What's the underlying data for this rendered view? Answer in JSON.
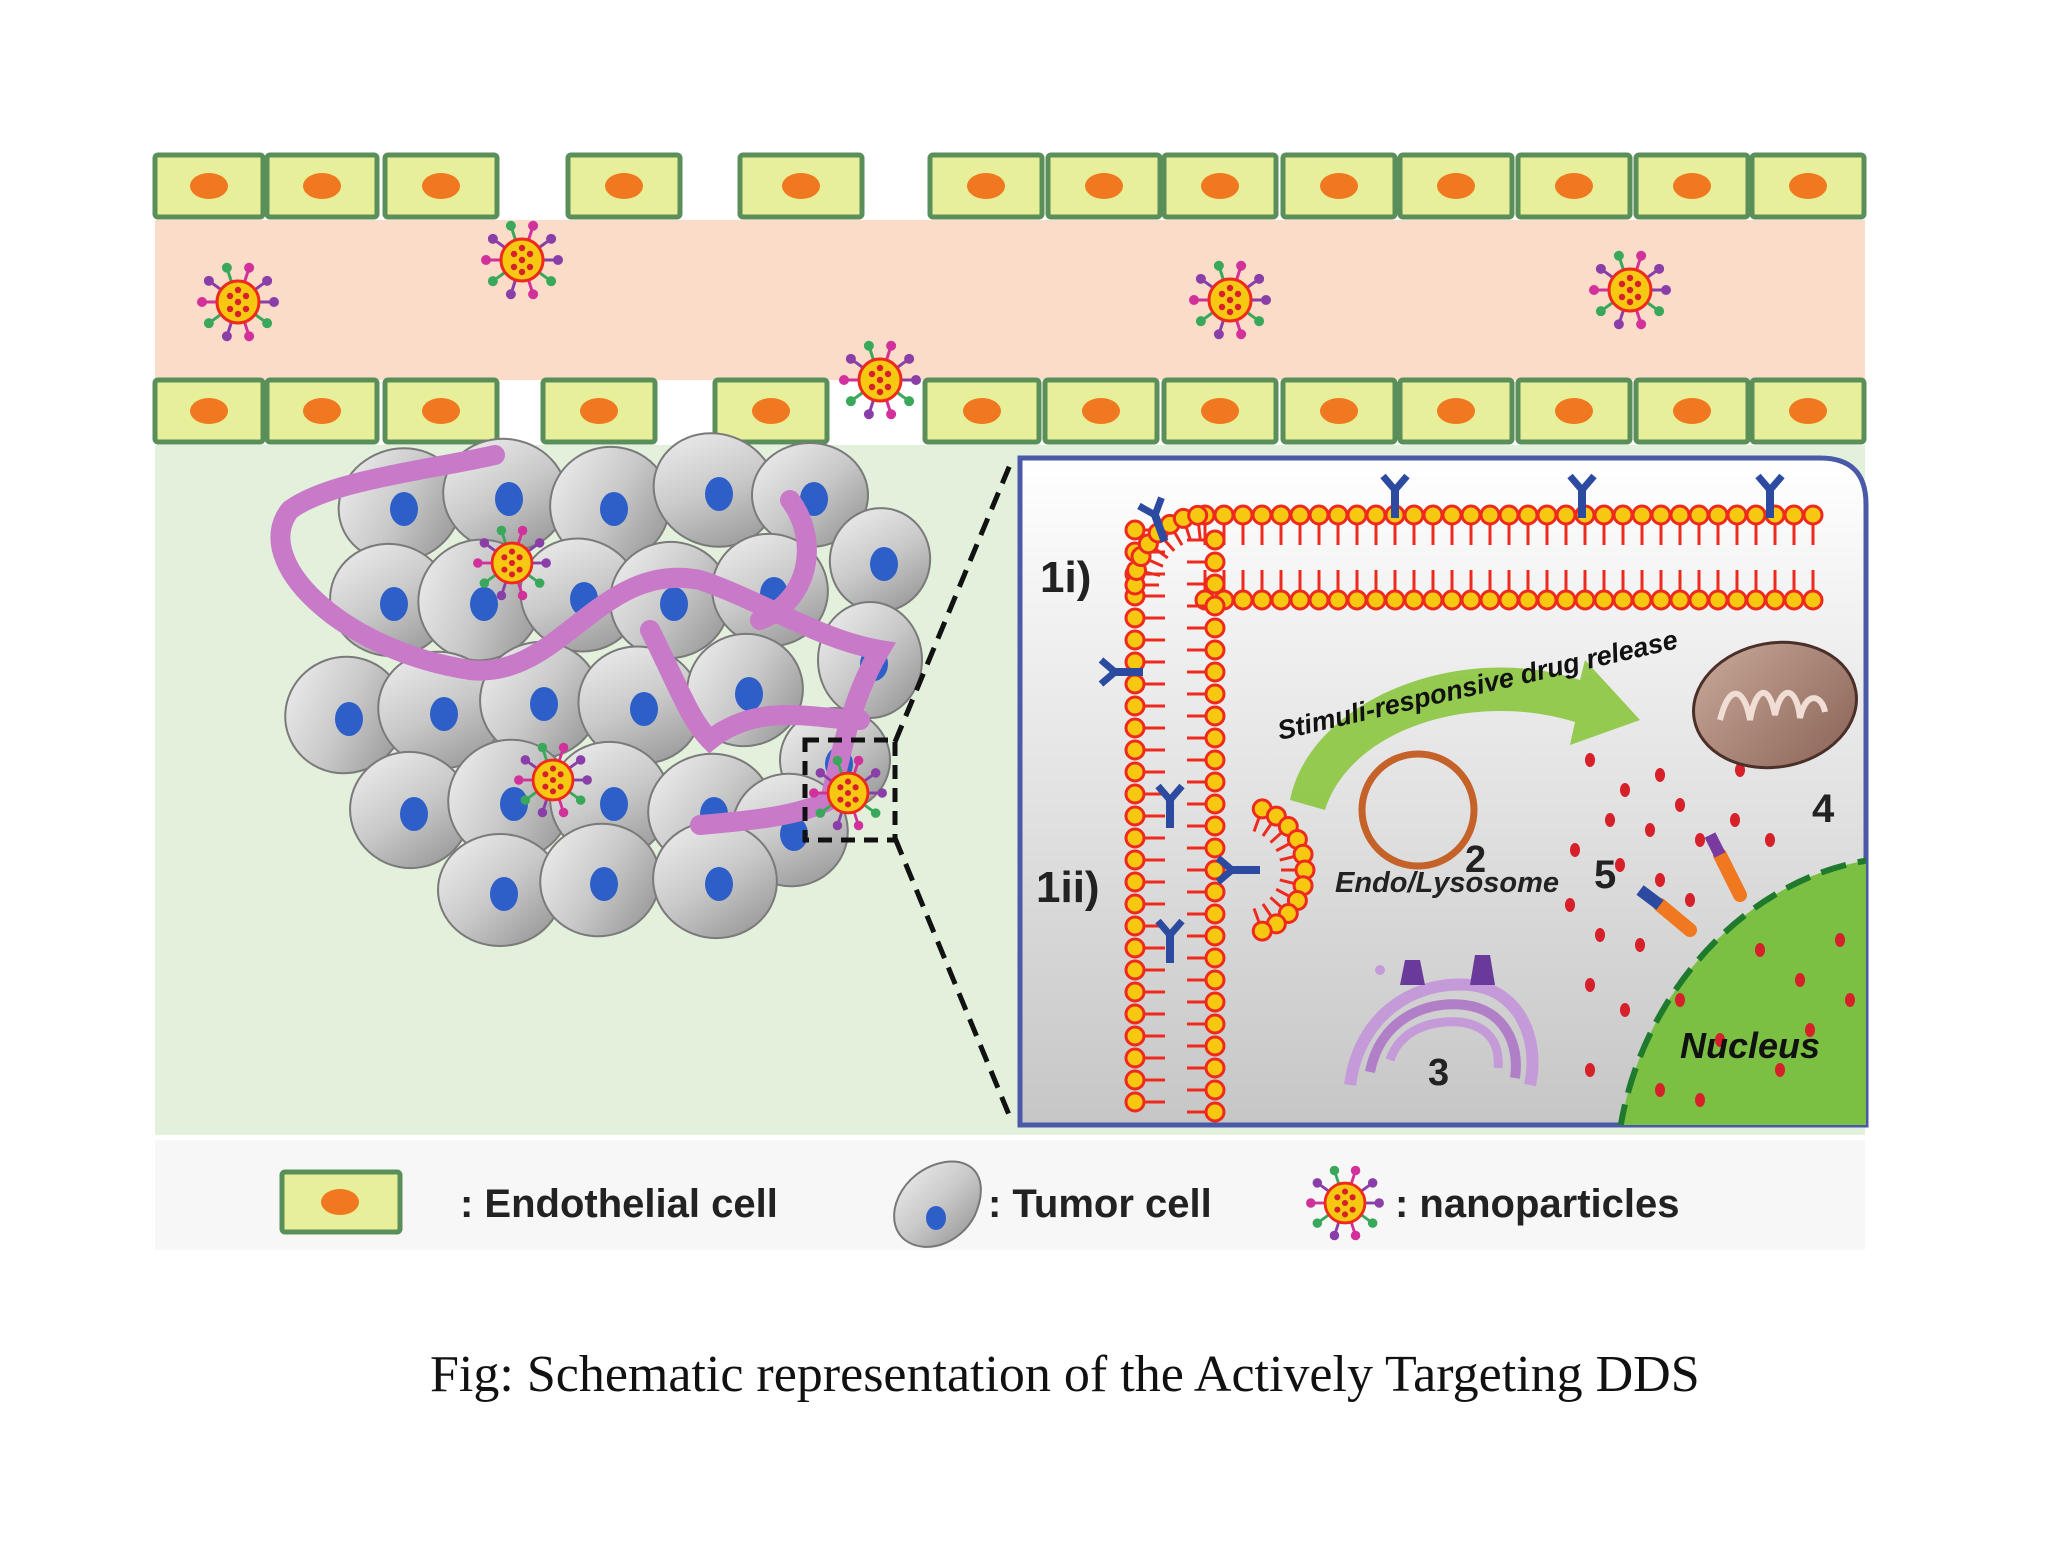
{
  "labels": {
    "step_1i": "1i)",
    "step_1ii": "1ii)",
    "step_2": "2",
    "step_3": "3",
    "step_4": "4",
    "step_5": "5",
    "endo_lysosome": "Endo/Lysosome",
    "stimuli_release": "Stimuli-responsive drug release",
    "nucleus": "Nucleus"
  },
  "legend": {
    "endothelial": ": Endothelial cell",
    "tumor": ": Tumor cell",
    "nanoparticles": ": nanoparticles"
  },
  "caption": "Fig: Schematic representation of the Actively Targeting DDS",
  "colors": {
    "endothelial_fill": "#e8ef9a",
    "endothelial_nucleus": "#f07820",
    "vessel_lumen": "#fadcc8",
    "tissue": "#e2f0dc",
    "tumor_cell": "#c8c8c8",
    "tumor_nucleus": "#2e5fc8",
    "vessel_tube": "#c87ac8",
    "membrane_head": "#f7c812",
    "membrane_edge": "#ee2a1e",
    "receptor": "#2c4aa0",
    "nucleus_green": "#7cc043",
    "drug_dot": "#d6202a",
    "inset_border": "#4a5aa8"
  }
}
